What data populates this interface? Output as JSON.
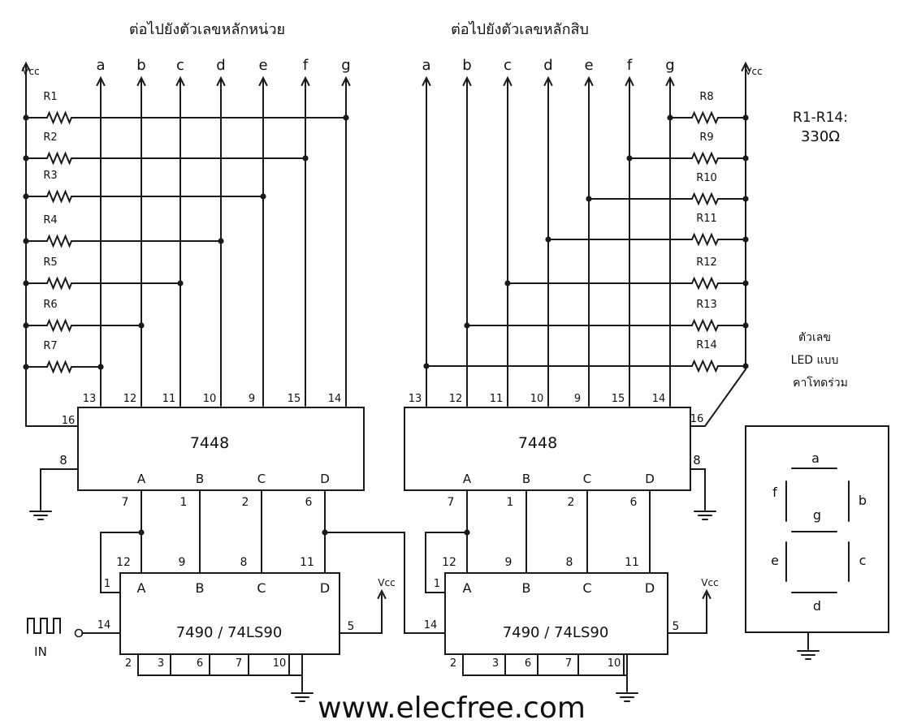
{
  "headings": {
    "left": "ต่อไปยังตัวเลขหลักหน่วย",
    "right": "ต่อไปยังตัวเลขหลักสิบ"
  },
  "supply_label": "Vcc",
  "segments": [
    "a",
    "b",
    "c",
    "d",
    "e",
    "f",
    "g"
  ],
  "resistors": {
    "left": [
      "R1",
      "R2",
      "R3",
      "R4",
      "R5",
      "R6",
      "R7"
    ],
    "right": [
      "R8",
      "R9",
      "R10",
      "R11",
      "R12",
      "R13",
      "R14"
    ]
  },
  "resistor_note": {
    "line1": "R1-R14:",
    "line2": "330Ω"
  },
  "led_note": {
    "line1": "ตัวเลข",
    "line2": "LED แบบ",
    "line3": "คาโทดร่วม"
  },
  "decoder": {
    "name": "7448",
    "output_pins": [
      "13",
      "12",
      "11",
      "10",
      "9",
      "15",
      "14"
    ],
    "vcc_pin": "16",
    "gnd_pin": "8",
    "inputs": [
      "A",
      "B",
      "C",
      "D"
    ],
    "input_pins": [
      "7",
      "1",
      "2",
      "6"
    ]
  },
  "counter": {
    "name": "7490 / 74LS90",
    "inputs": [
      "A",
      "B",
      "C",
      "D"
    ],
    "top_pins": [
      "12",
      "9",
      "8",
      "11"
    ],
    "pin_1": "1",
    "clock_pin": "14",
    "vcc_pin": "5",
    "bottom_pins": [
      "2",
      "3",
      "6",
      "7",
      "10"
    ]
  },
  "input_label": "IN",
  "display_segments": [
    "a",
    "b",
    "c",
    "d",
    "e",
    "f",
    "g"
  ],
  "footer": "www.elecfree.com"
}
